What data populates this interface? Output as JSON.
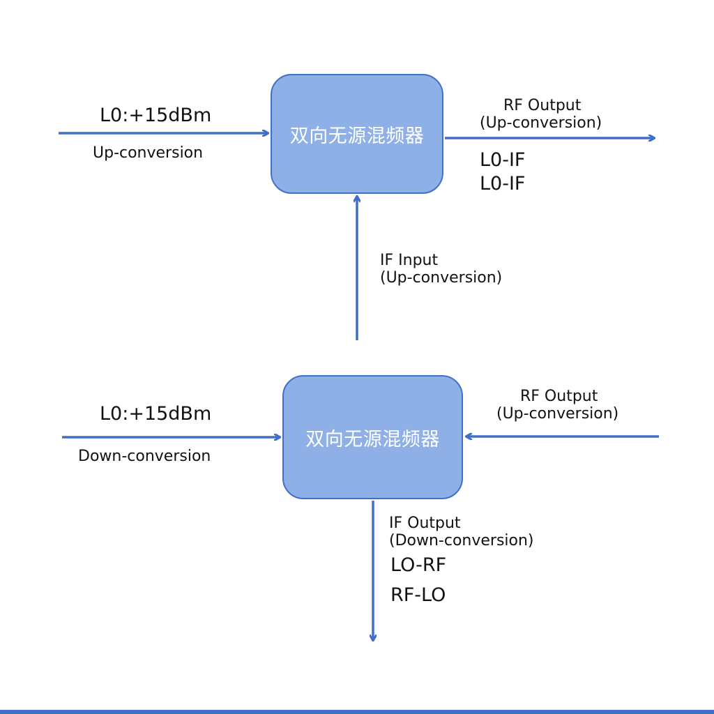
{
  "colors": {
    "wire": "#3f6fc7",
    "box_fill": "#8fb0e6",
    "box_text": "#ffffff"
  },
  "upper": {
    "mixer_label": "双向无源混频器",
    "lo_power": "L0:+15dBm",
    "mode": "Up-conversion",
    "rf_output_line1": "RF Output",
    "rf_output_line2": "(Up-conversion)",
    "leak_1": "L0-IF",
    "leak_2": "L0-IF",
    "if_input_line1": "IF Input",
    "if_input_line2": "(Up-conversion)"
  },
  "lower": {
    "mixer_label": "双向无源混频器",
    "lo_power": "L0:+15dBm",
    "mode": "Down-conversion",
    "rf_output_line1": "RF Output",
    "rf_output_line2": "(Up-conversion)",
    "if_output_line1": "IF Output",
    "if_output_line2": "(Down-conversion)",
    "leak_1": "LO-RF",
    "leak_2": "RF-LO"
  }
}
